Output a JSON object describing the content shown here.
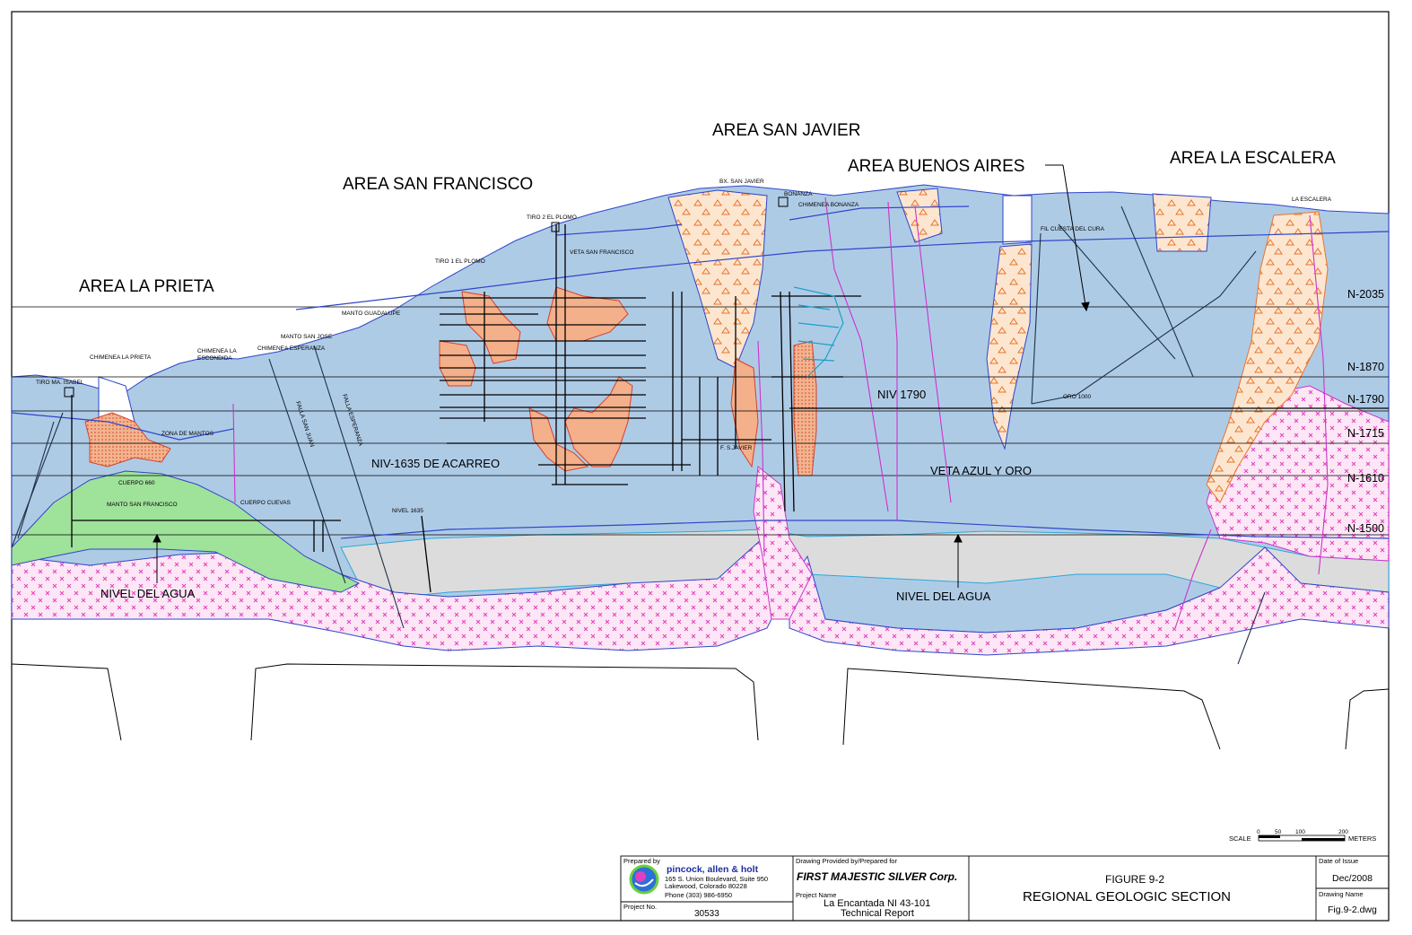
{
  "areas": {
    "la_prieta": "AREA LA PRIETA",
    "san_francisco": "AREA SAN FRANCISCO",
    "san_javier": "AREA SAN JAVIER",
    "buenos_aires": "AREA BUENOS AIRES",
    "la_escalera": "AREA LA ESCALERA"
  },
  "levels": [
    "N-2035",
    "N-1870",
    "N-1790",
    "N-1715",
    "N-1610",
    "N-1500"
  ],
  "features": {
    "niv_1790": "NIV 1790",
    "niv_1635": "NIV-1635 DE ACARREO",
    "veta_azul": "VETA AZUL Y ORO",
    "nivel_agua_left": "NIVEL DEL AGUA",
    "nivel_agua_right": "NIVEL DEL AGUA"
  },
  "small_labels": {
    "tiro_2": "TIRO 2 EL PLOMO",
    "tiro_1": "TIRO 1 EL PLOMO",
    "veta_sf": "VETA SAN FRANCISCO",
    "manto_guadalupe": "MANTO GUADALUPE",
    "manto_san_jose": "MANTO SAN JOSE",
    "chim_esperanza": "CHIMENEA ESPERANZA",
    "chim_escondida_1": "CHIMENEA LA",
    "chim_escondida_2": "ESCONDIDA",
    "chim_prieta": "CHIMENEA LA PRIETA",
    "tiro_isabel": "TIRO MA. ISABEL",
    "zona_mantos": "ZONA DE MANTOS",
    "cuerpo_660": "CUERPO 660",
    "manto_sf": "MANTO SAN FRANCISCO",
    "cuerpo_cuevas": "CUERPO CUEVAS",
    "nivel_1635": "NIVEL 1635",
    "falla_san_juan": "FALLA SAN JUAN",
    "falla_esperanza": "FALLA ESPERANZA",
    "bx_san_javier": "BX. SAN JAVIER",
    "bonanza": "BONANZA",
    "chim_bonanza": "CHIMENEA BONANZA",
    "fill_cuesta": "FIL CUESTA DEL CURA",
    "la_escalera": "LA ESCALERA",
    "oro_1000": "ORO 1000",
    "falla_san_javier": "F. S.JAVIER"
  },
  "scale": {
    "label": "SCALE",
    "ticks": [
      "0",
      "50",
      "100",
      "200"
    ],
    "unit": "METERS"
  },
  "title_block": {
    "prepared_by_label": "Prepared by",
    "company": "pincock, allen & holt",
    "address1": "165 S. Union Boulevard, Suite 950",
    "address2": "Lakewood, Colorado 80228",
    "phone": "Phone (303) 986-6950",
    "project_no_label": "Project No.",
    "project_no": "30533",
    "provided_label": "Drawing Provided by/Prepared for",
    "client": "FIRST MAJESTIC SILVER Corp.",
    "project_name_label": "Project Name",
    "project_name1": "La Encantada NI 43-101",
    "project_name2": "Technical Report",
    "figure": "FIGURE 9-2",
    "figure_title": "REGIONAL GEOLOGIC SECTION",
    "date_label": "Date of Issue",
    "date": "Dec/2008",
    "drawing_label": "Drawing Name",
    "drawing": "Fig.9-2.dwg"
  },
  "colors": {
    "limestone": "#aecbe6",
    "water_zone": "#d9d9d9",
    "intrusive": "#fde3f4",
    "breccia": "#fde0c8",
    "manto": "#9fe29a",
    "ore": "#f4b08a",
    "contact": "#2f45c9",
    "fault": "#cc33cc"
  }
}
